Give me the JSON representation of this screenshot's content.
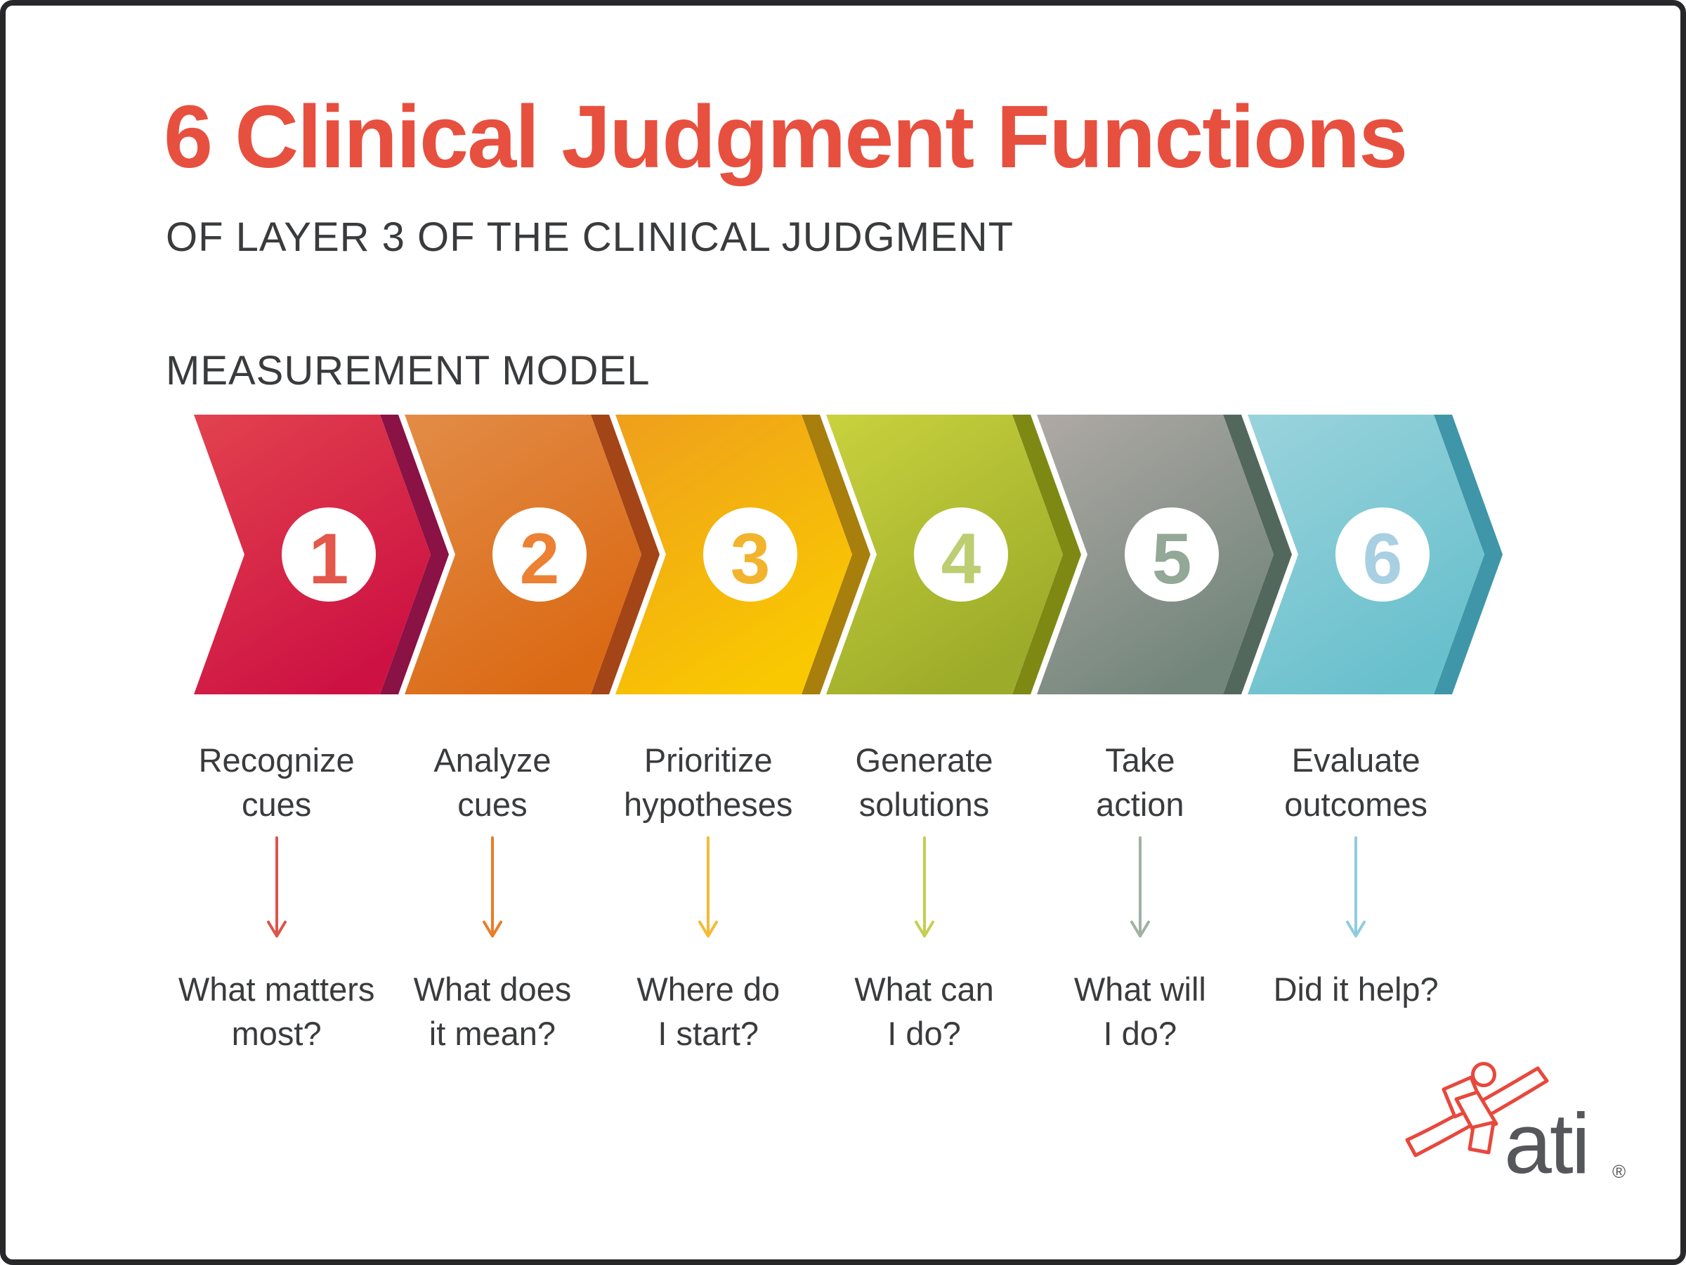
{
  "page": {
    "title": "6 Clinical Judgment Functions",
    "subtitle_line1": "OF LAYER 3 OF THE CLINICAL JUDGMENT",
    "subtitle_line2": "MEASUREMENT MODEL",
    "title_color": "#e7503f",
    "text_color": "#3a3b3d",
    "background": "#ffffff",
    "border_color": "#28282a"
  },
  "steps": [
    {
      "number": "1",
      "label": "Recognize\ncues",
      "question": "What matters\nmost?",
      "gradient_top": "#e2424e",
      "gradient_bottom": "#cd1243",
      "shadow_color": "#8a1245",
      "number_color": "#e4574b",
      "arrow_color": "#dd544b"
    },
    {
      "number": "2",
      "label": "Analyze\ncues",
      "question": "What does\nit mean?",
      "gradient_top": "#e28c47",
      "gradient_bottom": "#db6a15",
      "shadow_color": "#a34517",
      "number_color": "#ec8134",
      "arrow_color": "#ea7d27"
    },
    {
      "number": "3",
      "label": "Prioritize\nhypotheses",
      "question": "Where do\nI start?",
      "gradient_top": "#ef9f1c",
      "gradient_bottom": "#f9c801",
      "shadow_color": "#a87e0c",
      "number_color": "#f2b42d",
      "arrow_color": "#f6ba35"
    },
    {
      "number": "4",
      "label": "Generate\nsolutions",
      "question": "What can\nI do?",
      "gradient_top": "#c9d23e",
      "gradient_bottom": "#9cab29",
      "shadow_color": "#7d8913",
      "number_color": "#bccd72",
      "arrow_color": "#c6ce52"
    },
    {
      "number": "5",
      "label": "Take\naction",
      "question": "What will\nI do?",
      "gradient_top": "#afa9a5",
      "gradient_bottom": "#73867b",
      "shadow_color": "#53685c",
      "number_color": "#93a896",
      "arrow_color": "#9fb2a4"
    },
    {
      "number": "6",
      "label": "Evaluate\noutcomes",
      "question": "Did it help?",
      "gradient_top": "#9ad3dc",
      "gradient_bottom": "#69c0cd",
      "shadow_color": "#3f96a8",
      "number_color": "#a8d0e2",
      "arrow_color": "#90cce0"
    }
  ],
  "logo": {
    "brand": "ati",
    "registered_mark": "®",
    "glyph": "ati-figure-icon",
    "glyph_color": "#e8483c",
    "text_color": "#56575a"
  }
}
